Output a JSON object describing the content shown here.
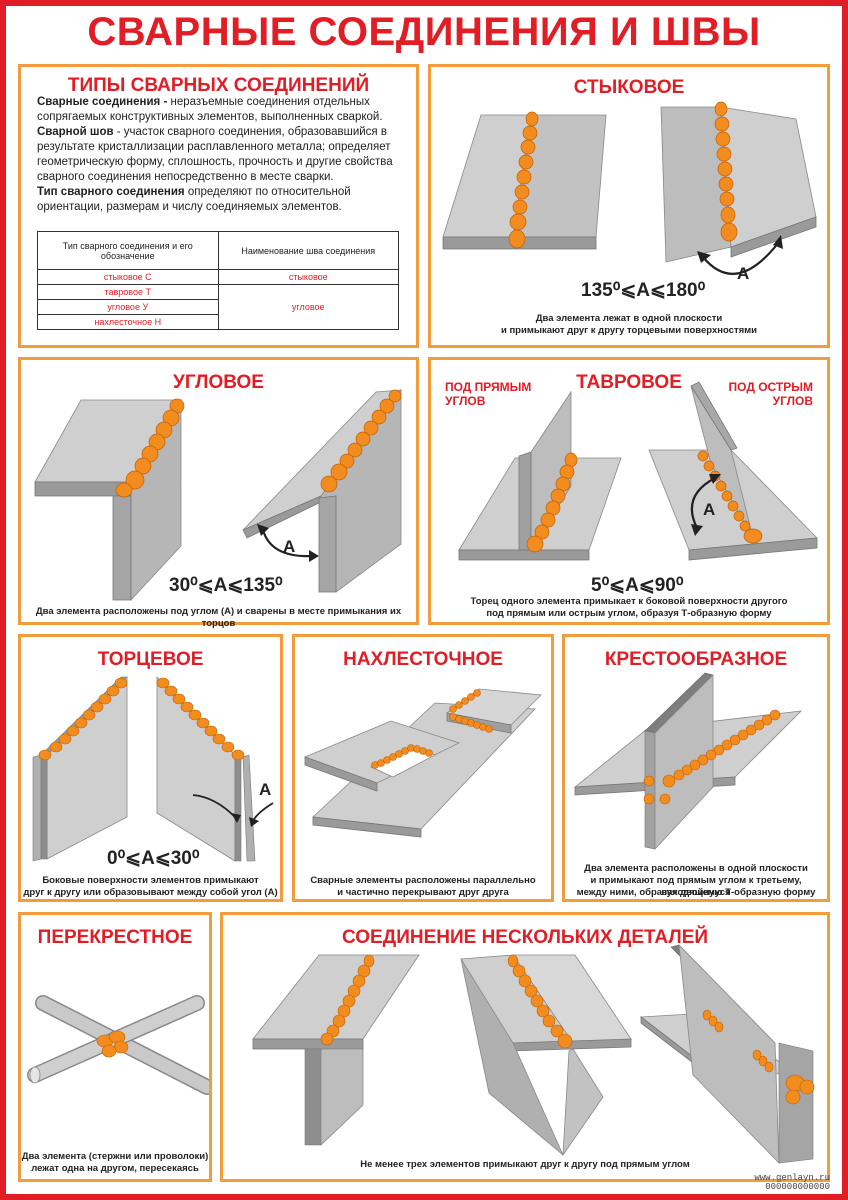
{
  "title": "СВАРНЫЕ СОЕДИНЕНИЯ И ШВЫ",
  "types_panel": {
    "title": "ТИПЫ СВАРНЫХ СОЕДИНЕНИЙ",
    "p1_term": "Сварные соединения -",
    "p1_text": " неразъемные соединения отдельных сопрягаемых конструктивных элементов, выполненных сваркой.",
    "p2_term": "Сварной шов",
    "p2_text": " - участок сварного соединения, образовавшийся в результате кристаллизации расплавленного металла; определяет геометрическую форму, сплошность, прочность и другие свойства сварного соединения непосредственно в месте сварки.",
    "p3_term": "Тип сварного соединения",
    "p3_text": " определяют по относительной ориентации, размерам и числу соединяемых элементов.",
    "table": {
      "header_left": "Тип сварного соединения и его обозначение",
      "header_right": "Наименование шва соединения",
      "rows_left": [
        "стыковое С",
        "тавровое Т",
        "угловое У",
        "нахлесточное Н"
      ],
      "right_butt": "стыковое",
      "right_fillet": "угловое"
    }
  },
  "butt": {
    "title": "СТЫКОВОЕ",
    "angle_label": "А",
    "formula": "135⁰⩽А⩽180⁰",
    "caption_1": "Два элемента лежат в одной плоскости",
    "caption_2": "и примыкают друг к другу торцевыми поверхностями"
  },
  "corner": {
    "title": "УГЛОВОЕ",
    "angle_label": "А",
    "formula": "30⁰⩽А⩽135⁰",
    "caption_1": "Два элемента расположены под углом (А) и сварены в месте примыкания их торцов"
  },
  "tee": {
    "title": "ТАВРОВОЕ",
    "left_label_1": "ПОД ПРЯМЫМ",
    "left_label_2": "УГЛОВ",
    "right_label_1": "ПОД ОСТРЫМ",
    "right_label_2": "УГЛОВ",
    "angle_label": "А",
    "formula": "5⁰⩽А⩽90⁰",
    "caption_1": "Торец одного элемента примыкает к боковой поверхности другого",
    "caption_2": "под прямым или острым углом, образуя Т-образную форму"
  },
  "edge": {
    "title": "ТОРЦЕВОЕ",
    "angle_label": "А",
    "formula": "0⁰⩽А⩽30⁰",
    "caption_1": "Боковые поверхности элементов примыкают",
    "caption_2": "друг к другу или образовывают между собой угол (А)"
  },
  "lap": {
    "title": "НАХЛЕСТОЧНОЕ",
    "caption_1": "Сварные элементы расположены параллельно",
    "caption_2": "и частично перекрывают друг друга"
  },
  "cross": {
    "title": "КРЕСТООБРАЗНОЕ",
    "caption_1": "Два элемента расположены в одной плоскости",
    "caption_2": "и примыкают под прямым углом к третьему, находящемуся",
    "caption_3": "между ними, образуя двойную Т-образную форму"
  },
  "crossing": {
    "title": "ПЕРЕКРЕСТНОЕ",
    "caption_1": "Два элемента (стержни или проволоки)",
    "caption_2": "лежат одна на другом, пересекаясь"
  },
  "multi": {
    "title": "СОЕДИНЕНИЕ НЕСКОЛЬКИХ ДЕТАЛЕЙ",
    "caption_1": "Не менее трех элементов примыкают друг к другу под прямым углом"
  },
  "footer": {
    "url": "www.genlayn.ru",
    "code": "000000000000"
  },
  "colors": {
    "frame": "#e11d26",
    "panel_border": "#f39c3c",
    "weld": "#f28c1e",
    "metal": "#c9c9c9"
  }
}
